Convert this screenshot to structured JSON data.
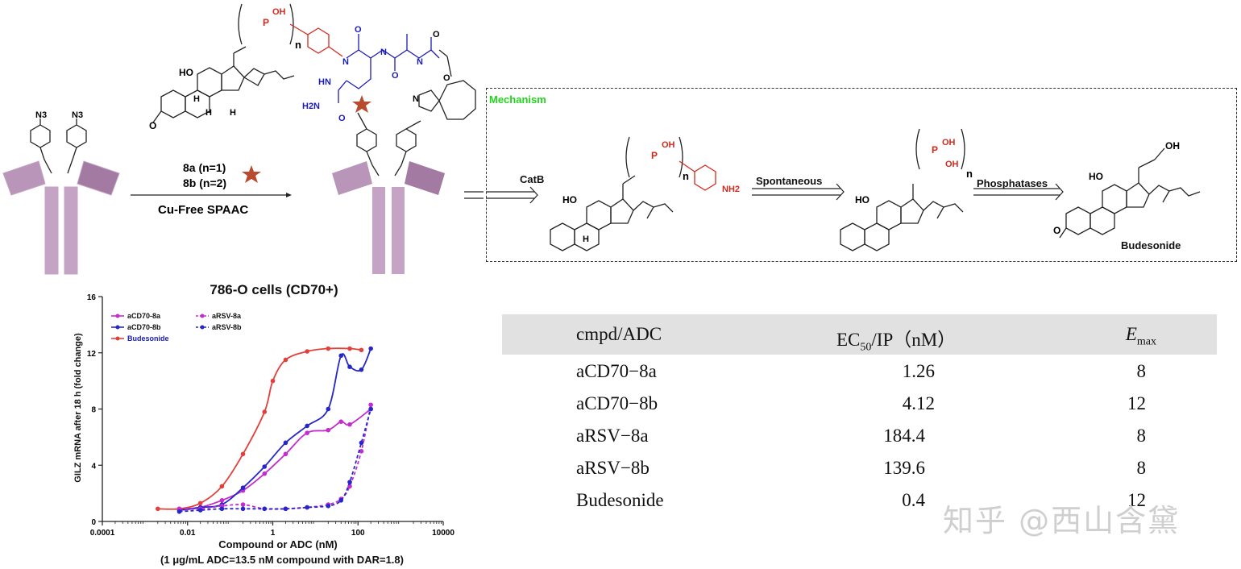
{
  "scheme": {
    "azide_left": "N3",
    "azide_right": "N3",
    "reagent_line1": "8a (n=1)",
    "reagent_line2": "8b (n=2)",
    "reaction_condition": "Cu-Free SPAAC",
    "linker_repeat": "n",
    "steroid_ho": "HO",
    "steroid_h1": "H",
    "steroid_h2": "H",
    "steroid_h3": "H",
    "steroid_o": "O",
    "triazole_n": "N",
    "urea_nh": "HN",
    "urea_nh2": "H2N",
    "urea_o": "O",
    "amide_o1": "O",
    "amide_o2": "O",
    "amide_o3": "O",
    "amide_o4": "O",
    "amide_nh1": "N",
    "amide_nh2": "N",
    "amide_nh3": "N",
    "phosphate_p": "P",
    "phosphate_oh": "OH"
  },
  "mechanism": {
    "label": "Mechanism",
    "step1_enzyme": "CatB",
    "step2_label": "Spontaneous",
    "step3_enzyme": "Phosphatases",
    "product_name": "Budesonide",
    "int1_amine": "NH2",
    "int1_n": "n",
    "int2_n": "n",
    "int_p": "P",
    "int_oh": "OH",
    "int_ho": "HO",
    "prod_oh": "OH",
    "prod_ho": "HO",
    "prod_o": "O",
    "h_label": "H"
  },
  "chart_data": {
    "type": "scatter",
    "title": "786-O cells (CD70+)",
    "xlabel": "Compound or ADC (nM)",
    "xlabel_note": "(1 μg/mL ADC=13.5 nM compound with DAR=1.8)",
    "ylabel": "GILZ mRNA after 18 h (fold change)",
    "x_scale": "log",
    "xlim": [
      0.0001,
      10000
    ],
    "ylim": [
      0,
      16
    ],
    "x_ticks": [
      "0.0001",
      "0.01",
      "1",
      "100",
      "10000"
    ],
    "y_ticks": [
      "0",
      "4",
      "8",
      "12",
      "16"
    ],
    "grid": false,
    "legend_position": "top-left",
    "series": [
      {
        "name": "aCD70-8a",
        "color": "#c42ccf",
        "line": "solid",
        "x": [
          0.0064,
          0.02,
          0.064,
          0.2,
          0.64,
          2,
          6.4,
          20,
          40,
          64,
          200
        ],
        "y": [
          0.8,
          1.0,
          1.5,
          2.2,
          3.4,
          4.8,
          6.3,
          6.5,
          7.1,
          6.9,
          8.0
        ]
      },
      {
        "name": "aCD70-8b",
        "color": "#2727c8",
        "line": "solid",
        "x": [
          0.0064,
          0.02,
          0.064,
          0.2,
          0.64,
          2,
          6.4,
          20,
          40,
          64,
          120,
          200
        ],
        "y": [
          0.8,
          1.0,
          1.2,
          2.4,
          3.9,
          5.6,
          6.8,
          8.0,
          11.8,
          11.0,
          10.8,
          12.3
        ]
      },
      {
        "name": "Budesonide",
        "color": "#e2413b",
        "line": "solid",
        "x": [
          0.002,
          0.0064,
          0.02,
          0.064,
          0.2,
          0.64,
          1,
          2,
          6.4,
          20,
          64,
          120
        ],
        "y": [
          0.9,
          0.9,
          1.3,
          2.5,
          4.8,
          7.8,
          10.0,
          11.5,
          12.1,
          12.3,
          12.3,
          12.2
        ]
      },
      {
        "name": "aRSV-8a",
        "color": "#c42ccf",
        "line": "dashed",
        "x": [
          0.0064,
          0.02,
          0.064,
          0.2,
          0.64,
          2,
          6.4,
          20,
          40,
          64,
          120,
          200
        ],
        "y": [
          0.9,
          0.9,
          1.1,
          1.2,
          0.9,
          0.9,
          1.0,
          1.2,
          1.6,
          2.5,
          5.0,
          8.3
        ]
      },
      {
        "name": "aRSV-8b",
        "color": "#2727c8",
        "line": "dashed",
        "x": [
          0.0064,
          0.02,
          0.064,
          0.2,
          0.64,
          2,
          6.4,
          20,
          40,
          64,
          120,
          200
        ],
        "y": [
          0.7,
          0.8,
          0.9,
          0.9,
          0.9,
          0.9,
          1.0,
          1.1,
          1.5,
          2.8,
          5.6,
          8.0
        ]
      }
    ]
  },
  "table": {
    "headers": {
      "cmpd": "cmpd/ADC",
      "ec_main": "EC",
      "ec_sub": "50",
      "ec_rest": "/IP（nM）",
      "emax_main": "E",
      "emax_sub": "max"
    },
    "rows": [
      {
        "name": "aCD70−8a",
        "ec50": "1.26",
        "emax": "8"
      },
      {
        "name": "aCD70−8b",
        "ec50": "4.12",
        "emax": "12"
      },
      {
        "name": "aRSV−8a",
        "ec50": "184.4",
        "emax": "8"
      },
      {
        "name": "aRSV−8b",
        "ec50": "139.6",
        "emax": "8"
      },
      {
        "name": "Budesonide",
        "ec50": "0.4",
        "emax": "12"
      }
    ]
  },
  "watermark": "知乎 @西山含黛"
}
